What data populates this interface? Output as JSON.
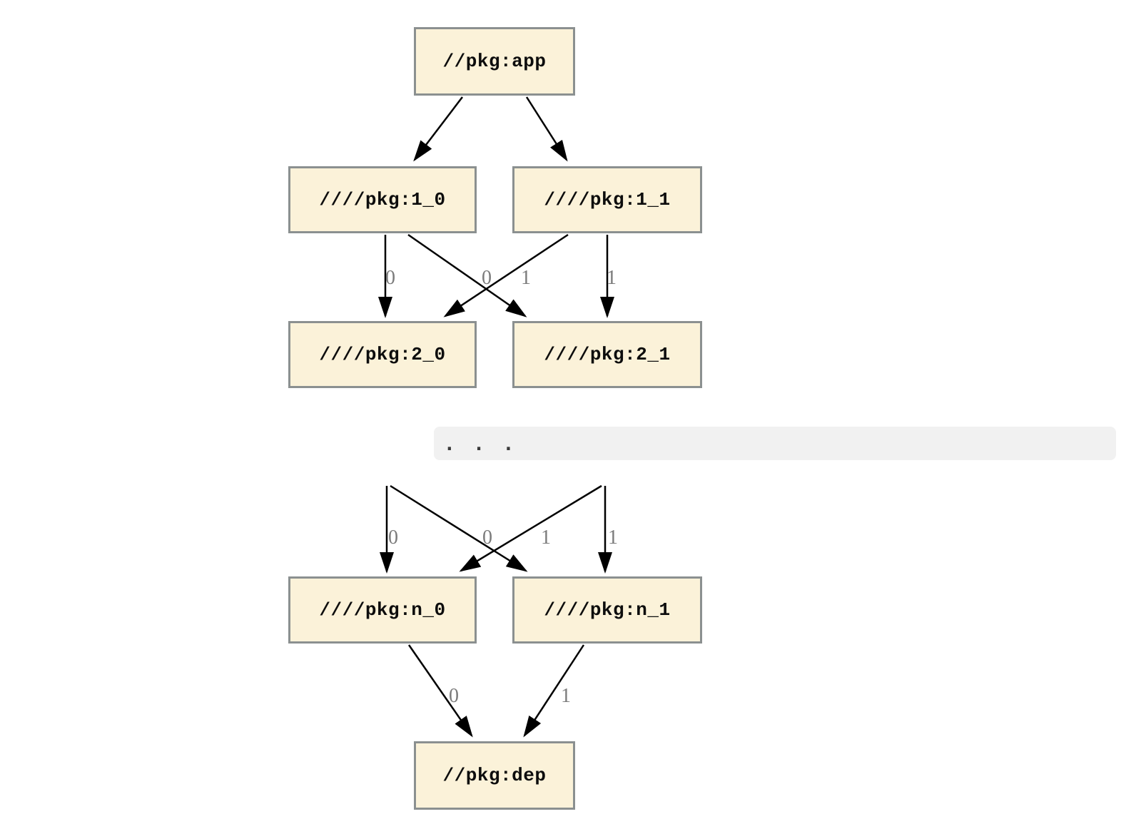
{
  "diagram": {
    "nodes": [
      {
        "id": "app",
        "label": "//pkg:app"
      },
      {
        "id": "1_0",
        "label": "////pkg:1_0"
      },
      {
        "id": "1_1",
        "label": "////pkg:1_1"
      },
      {
        "id": "2_0",
        "label": "////pkg:2_0"
      },
      {
        "id": "2_1",
        "label": "////pkg:2_1"
      },
      {
        "id": "n_0",
        "label": "////pkg:n_0"
      },
      {
        "id": "n_1",
        "label": "////pkg:n_1"
      },
      {
        "id": "dep",
        "label": "//pkg:dep"
      }
    ],
    "edges": [
      {
        "from": "app",
        "to": "1_0",
        "label": ""
      },
      {
        "from": "app",
        "to": "1_1",
        "label": ""
      },
      {
        "from": "1_0",
        "to": "2_0",
        "label": "0"
      },
      {
        "from": "1_1",
        "to": "2_0",
        "label": "0"
      },
      {
        "from": "1_0",
        "to": "2_1",
        "label": "1"
      },
      {
        "from": "1_1",
        "to": "2_1",
        "label": "1"
      },
      {
        "from": "...",
        "to": "n_0",
        "label": "0"
      },
      {
        "from": "...",
        "to": "n_0",
        "label": "0"
      },
      {
        "from": "...",
        "to": "n_1",
        "label": "1"
      },
      {
        "from": "...",
        "to": "n_1",
        "label": "1"
      },
      {
        "from": "n_0",
        "to": "dep",
        "label": "0"
      },
      {
        "from": "n_1",
        "to": "dep",
        "label": "1"
      }
    ],
    "edge_labels": {
      "upper": [
        "0",
        "0",
        "1",
        "1"
      ],
      "lower": [
        "0",
        "0",
        "1",
        "1"
      ],
      "bottom": [
        "0",
        "1"
      ]
    },
    "ellipsis": ". . .",
    "colors": {
      "node_fill": "#FBF2D9",
      "node_border": "#8b9090",
      "edge": "#000000",
      "edge_label": "#7b7b7b",
      "ellipsis_band": "#f1f1f1",
      "background": "#ffffff"
    }
  }
}
